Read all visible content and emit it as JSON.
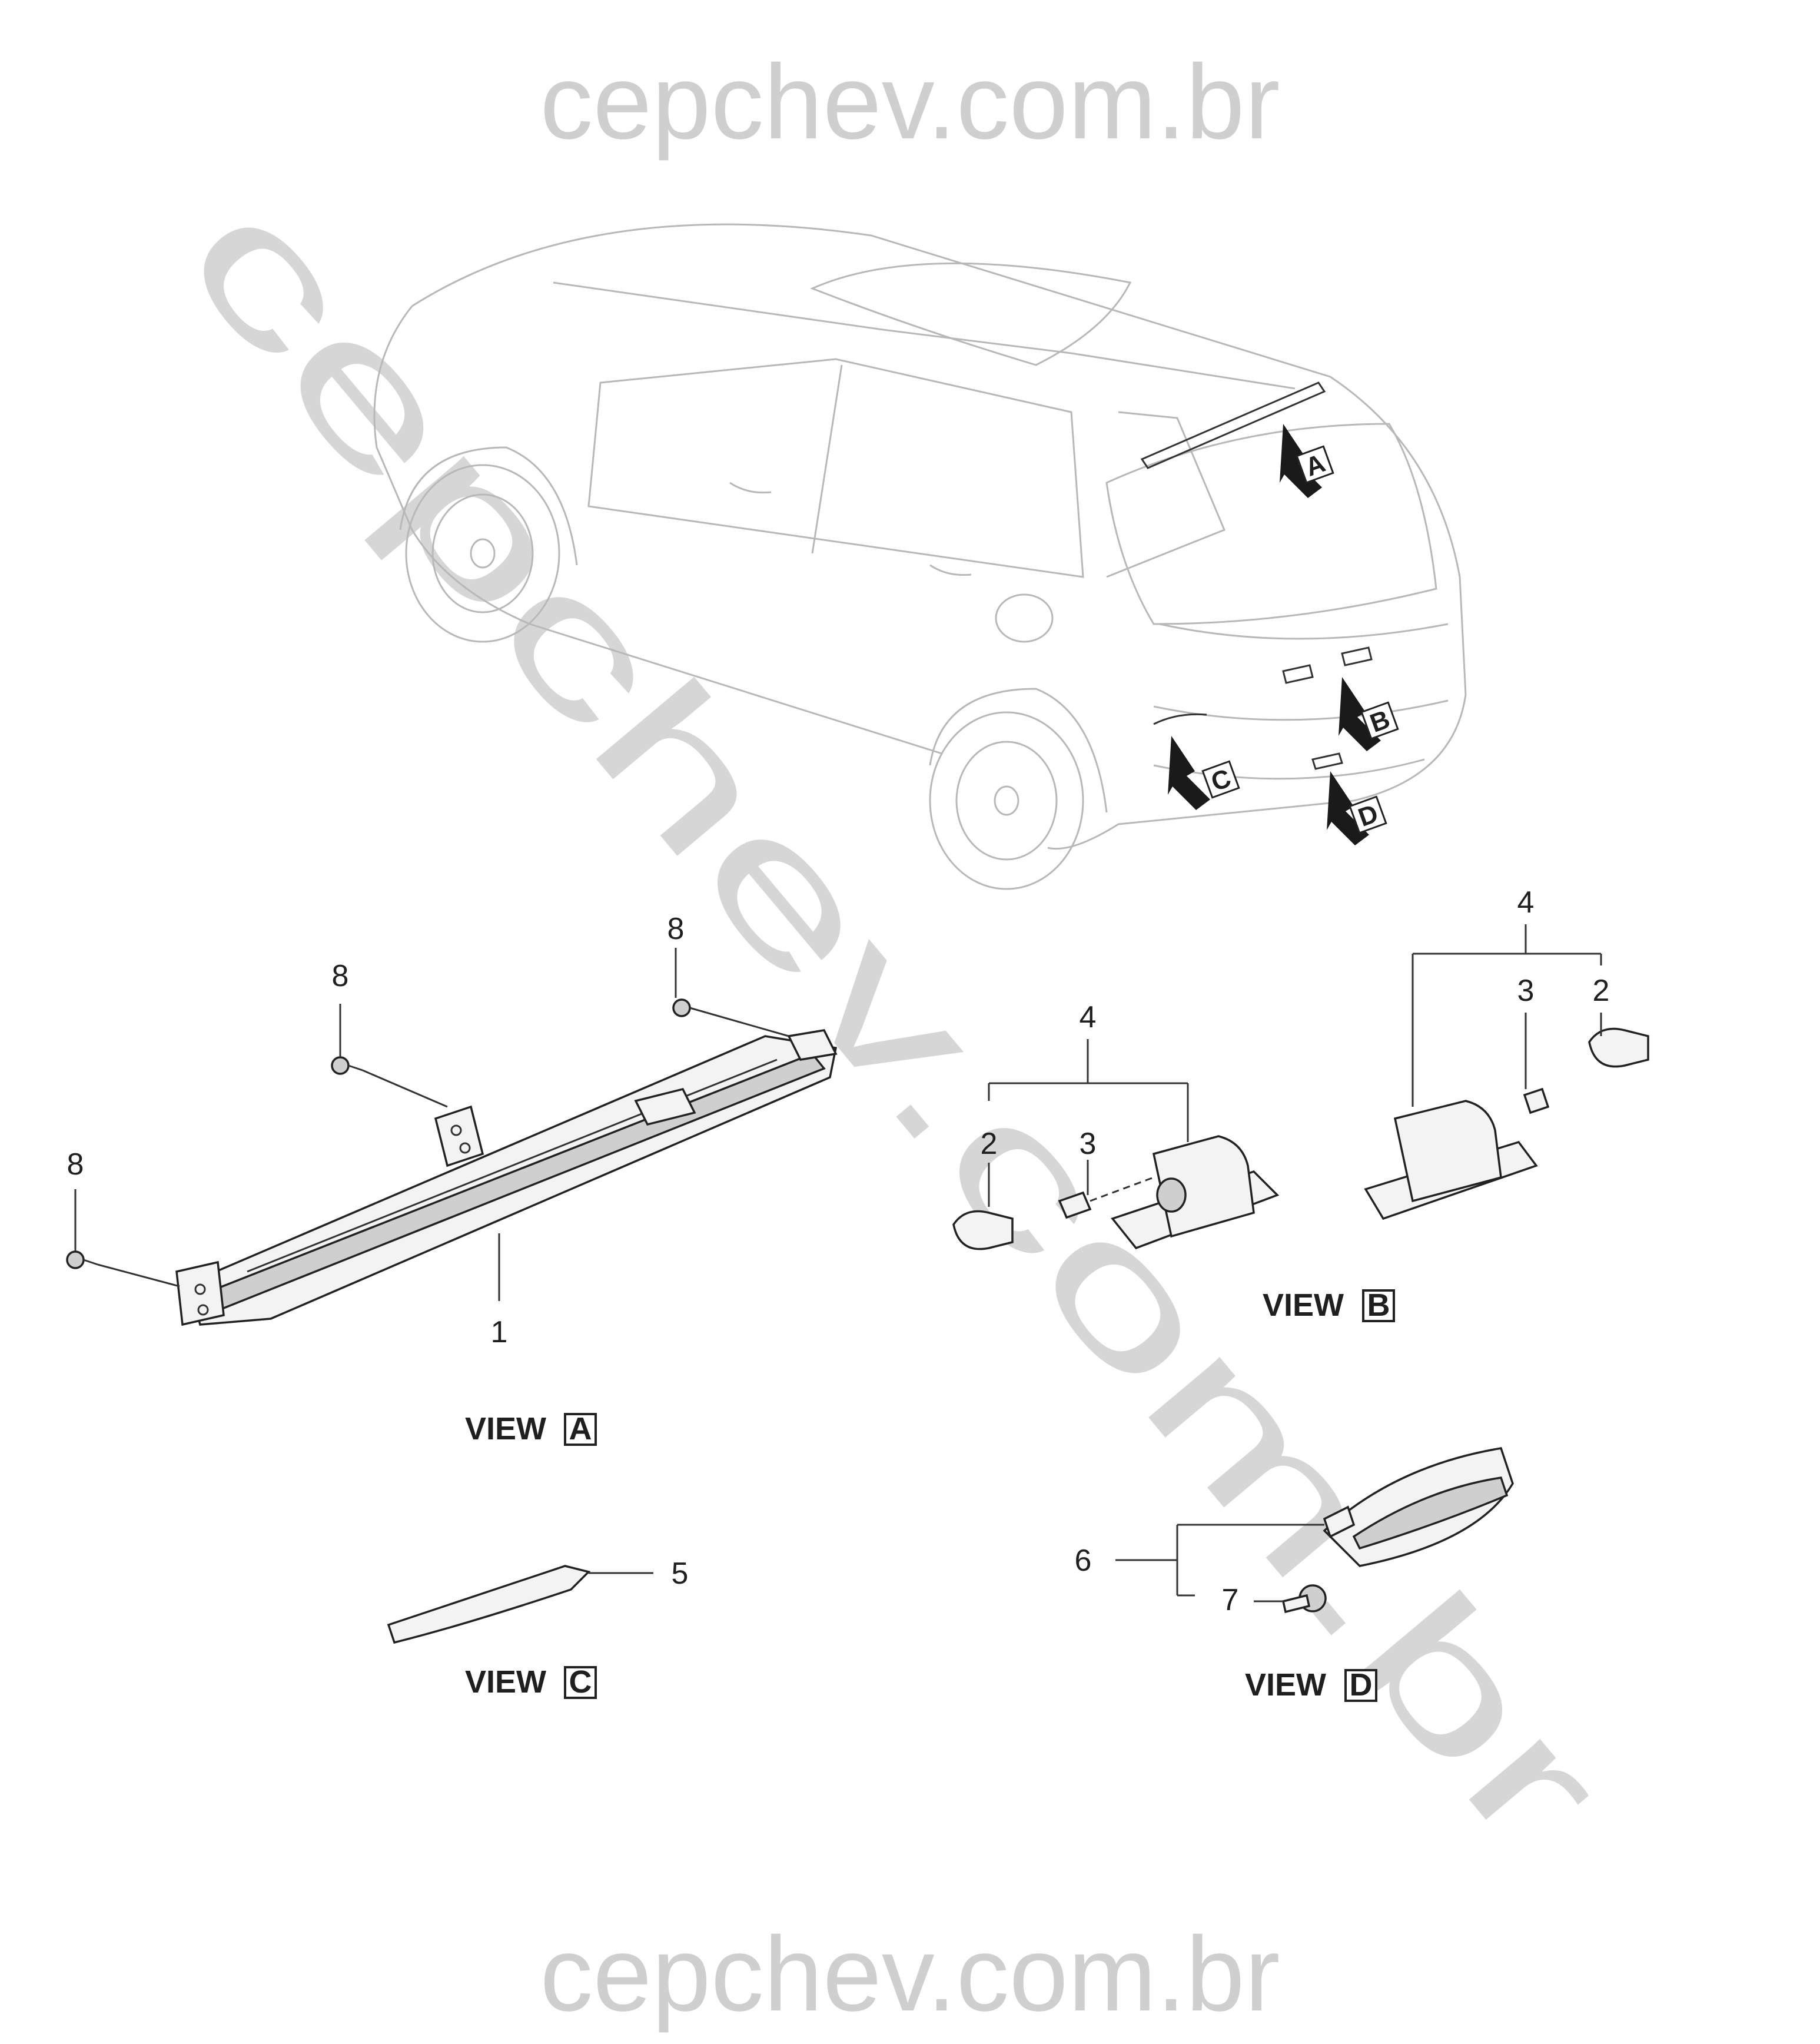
{
  "watermark": {
    "top": "cepchev.com.br",
    "bottom": "cepchev.com.br",
    "diagonal": "cepchev.com.br"
  },
  "arrows": [
    "A",
    "B",
    "C",
    "D"
  ],
  "views": {
    "a": {
      "label": "VIEW",
      "letter": "A"
    },
    "b": {
      "label": "VIEW",
      "letter": "B"
    },
    "c": {
      "label": "VIEW",
      "letter": "C"
    },
    "d": {
      "label": "VIEW",
      "letter": "D"
    }
  },
  "callouts": {
    "a_1": "1",
    "a_8_top": "8",
    "a_8_mid": "8",
    "a_8_left": "8",
    "b1_4": "4",
    "b1_2": "2",
    "b1_3": "3",
    "b2_4": "4",
    "b2_3": "3",
    "b2_2": "2",
    "c_5": "5",
    "d_6": "6",
    "d_7": "7"
  },
  "colors": {
    "watermark": "#cfcfcf",
    "line_art": "#222222",
    "vehicle_outline": "#b8b8b8"
  }
}
